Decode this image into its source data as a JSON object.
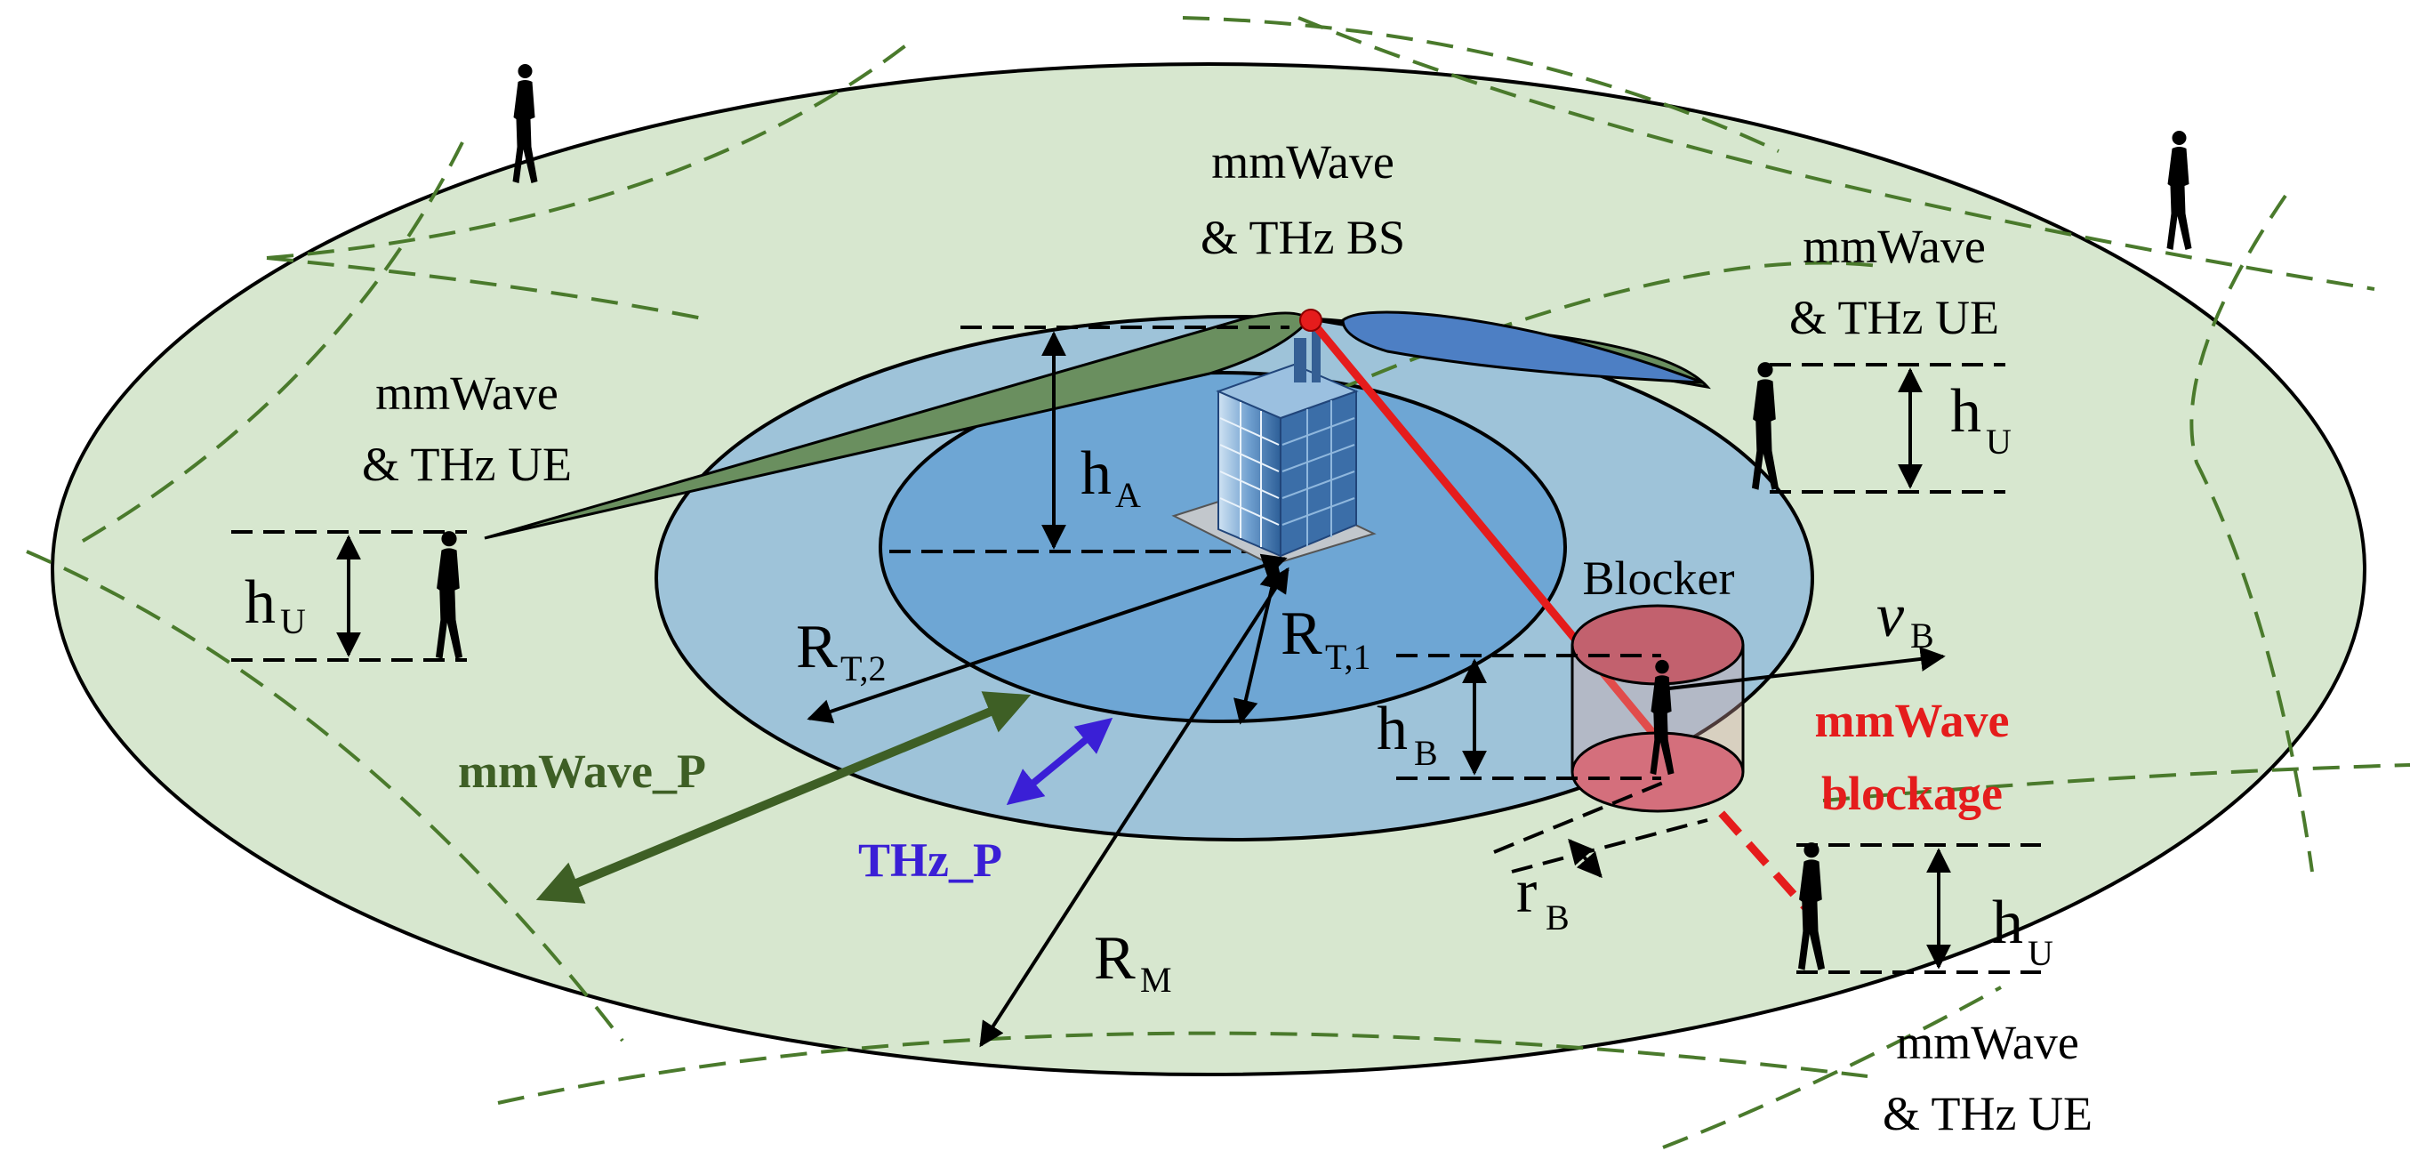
{
  "colors": {
    "outer_region": "#d7e7cf",
    "middle_region": "#9ec3d9",
    "inner_region": "#6ea6d4",
    "mmwave_green": "#3e5f25",
    "thz_blue": "#3a1fd6",
    "blockage_red": "#e51c1c",
    "blocker_fill": "#c96b78",
    "cell_boundary": "#4a7a2c"
  },
  "labels": {
    "bs_line1": "mmWave",
    "bs_line2": "& THz BS",
    "ue_left_line1": "mmWave",
    "ue_left_line2": "& THz UE",
    "ue_right_line1": "mmWave",
    "ue_right_line2": "& THz UE",
    "ue_bottom_line1": "mmWave",
    "ue_bottom_line2": "& THz UE",
    "blocker": "Blocker",
    "mmwave_blockage_1": "mmWave",
    "mmwave_blockage_2": "blockage",
    "mmwave_p": "mmWave_P",
    "thz_p": "THz_P"
  },
  "symbols": {
    "hA": {
      "main": "h",
      "sub": "A"
    },
    "hU_left": {
      "main": "h",
      "sub": "U"
    },
    "hU_right": {
      "main": "h",
      "sub": "U"
    },
    "hU_bottom": {
      "main": "h",
      "sub": "U"
    },
    "hB": {
      "main": "h",
      "sub": "B"
    },
    "rB": {
      "main": "r",
      "sub": "B"
    },
    "vB": {
      "main": "v",
      "sub": "B"
    },
    "RT1": {
      "main": "R",
      "sub": "T,1"
    },
    "RT2": {
      "main": "R",
      "sub": "T,2"
    },
    "RM": {
      "main": "R",
      "sub": "M"
    }
  },
  "icons": {
    "building": "office-tower-icon",
    "person": "walking-person-icon"
  }
}
